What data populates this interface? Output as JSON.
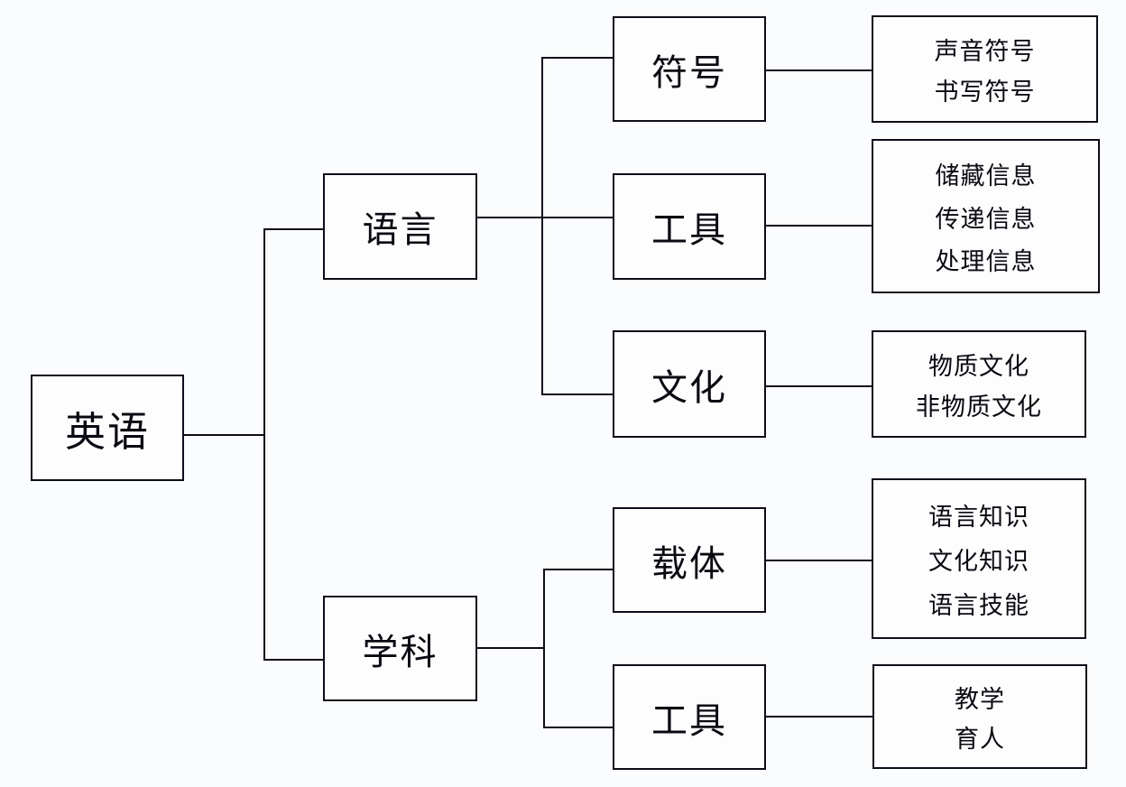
{
  "diagram": {
    "type": "tree-mindmap",
    "direction": "left-to-right",
    "colors": {
      "line": "#0d0d1a",
      "text": "#0a0a12",
      "background": "#fbfcfe",
      "box_fill": "#fdfdfe"
    },
    "nodes": {
      "english": {
        "label": "英语"
      },
      "language": {
        "label": "语言"
      },
      "discipline": {
        "label": "学科"
      },
      "symbol": {
        "label": "符号"
      },
      "tool_language": {
        "label": "工具"
      },
      "culture": {
        "label": "文化"
      },
      "carrier": {
        "label": "载体"
      },
      "tool_discipline": {
        "label": "工具"
      }
    },
    "leaves": {
      "symbol_details": {
        "lines": [
          "声音符号",
          "书写符号"
        ]
      },
      "tool_details": {
        "lines": [
          "储藏信息",
          "传递信息",
          "处理信息"
        ]
      },
      "culture_details": {
        "lines": [
          "物质文化",
          "非物质文化"
        ]
      },
      "carrier_details": {
        "lines": [
          "语言知识",
          "文化知识",
          "语言技能"
        ]
      },
      "tool2_details": {
        "lines": [
          "教学",
          "育人"
        ]
      }
    },
    "edges": [
      "english-language",
      "english-discipline",
      "language-symbol",
      "language-tool",
      "language-culture",
      "discipline-carrier",
      "discipline-tool",
      "symbol-details",
      "tool-details",
      "culture-details",
      "carrier-details",
      "tool2-details"
    ]
  }
}
